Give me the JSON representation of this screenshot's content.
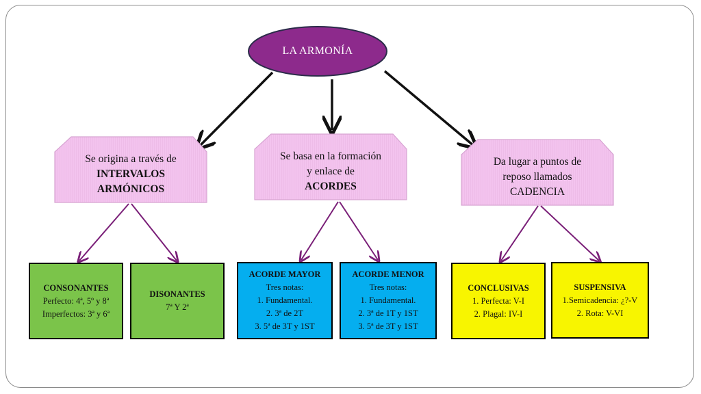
{
  "root": {
    "label": "LA ARMONÍA"
  },
  "branches": [
    {
      "lines": [
        "Se origina a través de",
        "INTERVALOS",
        "ARMÓNICOS"
      ]
    },
    {
      "lines": [
        "Se basa en la formación",
        "y enlace de",
        "ACORDES"
      ]
    },
    {
      "lines": [
        "Da lugar a puntos de",
        "reposo llamados",
        "CADENCIA"
      ]
    }
  ],
  "leaves": {
    "consonantes": {
      "title": "CONSONANTES",
      "lines": [
        "Perfecto: 4ª, 5º y 8ª",
        "Imperfectos: 3ª y 6ª"
      ]
    },
    "disonantes": {
      "title": "DISONANTES",
      "lines": [
        "7ª Y 2ª"
      ]
    },
    "acorde_mayor": {
      "title": "ACORDE MAYOR",
      "lines": [
        "Tres notas:",
        "1. Fundamental.",
        "2. 3ª de 2T",
        "3. 5ª de 3T y 1ST"
      ]
    },
    "acorde_menor": {
      "title": "ACORDE MENOR",
      "lines": [
        "Tres notas:",
        "1. Fundamental.",
        "2. 3ª de 1T  y 1ST",
        "3. 5ª de 3T y 1ST"
      ]
    },
    "conclusivas": {
      "title": "CONCLUSIVAS",
      "lines": [
        "1. Perfecta: V-I",
        "2. Plagal: IV-I"
      ]
    },
    "suspensiva": {
      "title": "SUSPENSIVA",
      "lines": [
        "1.Semicadencia: ¿?-V",
        "2. Rota: V-VI"
      ]
    }
  },
  "colors": {
    "root_fill": "#8d2a8c",
    "branch_fill": "#f3c3ee",
    "consonance_fill": "#7bc44a",
    "chord_fill": "#05aeef",
    "cadence_fill": "#f8f500",
    "leaf_arrow": "#7a1f78"
  }
}
